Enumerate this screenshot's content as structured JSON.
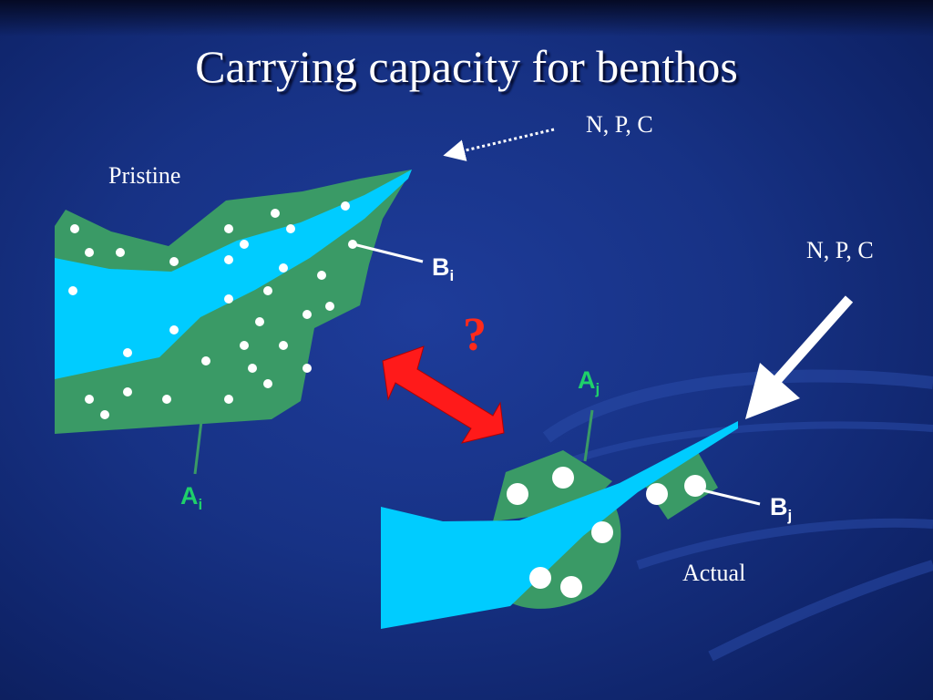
{
  "title": "Carrying capacity for benthos",
  "labels": {
    "pristine": "Pristine",
    "actual": "Actual",
    "input_top": "N, P, C",
    "input_right": "N, P, C",
    "question": "?"
  },
  "label_parts": {
    "b_i_main": "B",
    "b_i_sub": "i",
    "a_i_main": "A",
    "a_i_sub": "i",
    "a_j_main": "A",
    "a_j_sub": "j",
    "b_j_main": "B",
    "b_j_sub": "j"
  },
  "colors": {
    "background": "#173285",
    "land": "#3a9a66",
    "water": "#00ccff",
    "dot": "#ffffff",
    "label_green": "#1fd06a",
    "double_arrow": "#ff1a1a",
    "question": "#ff2a1a"
  }
}
